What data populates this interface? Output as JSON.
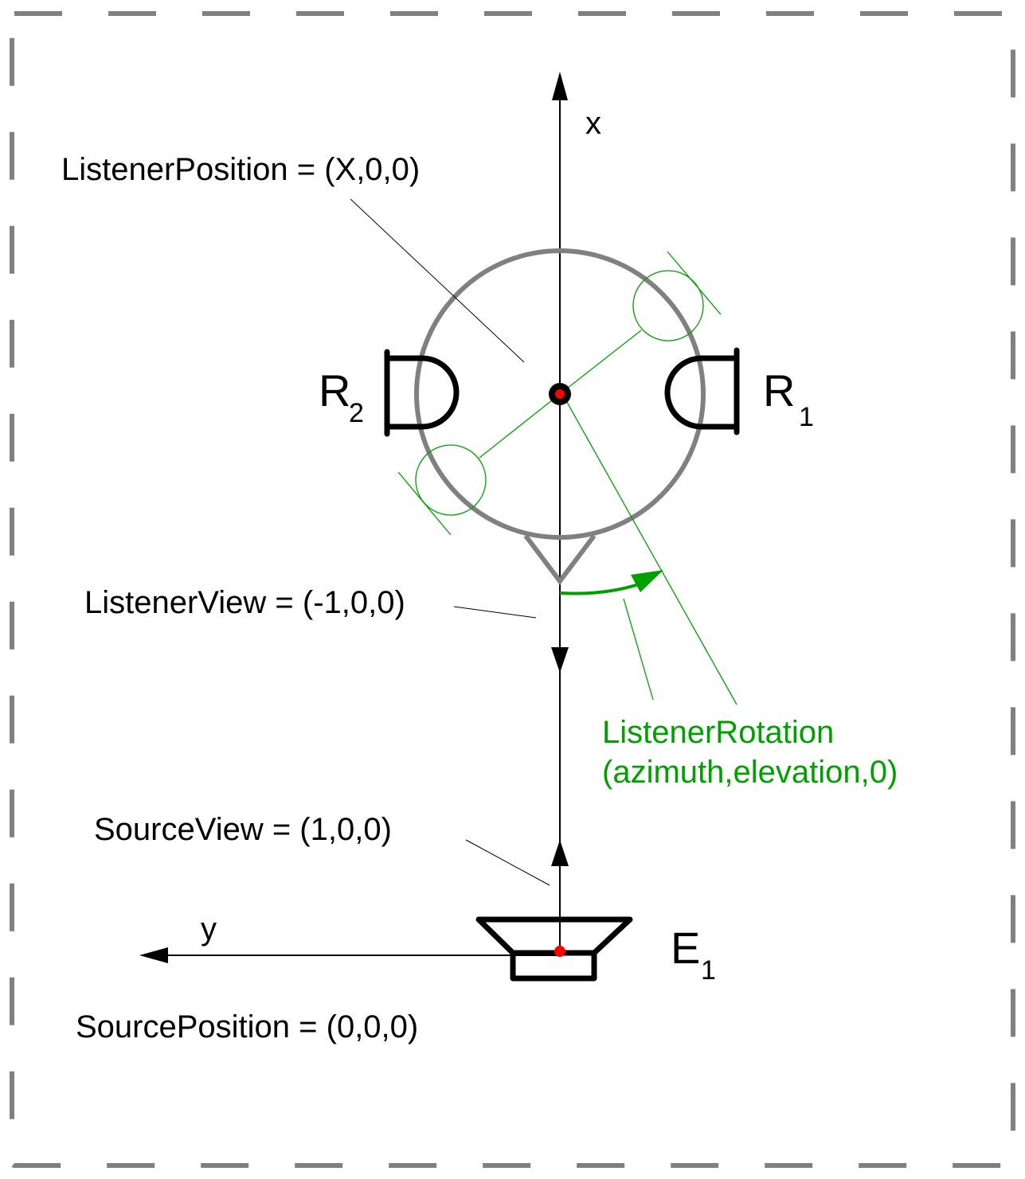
{
  "diagram": {
    "title": "Listener / Source coordinate setup",
    "colors": {
      "frame": "#808080",
      "head": "#808080",
      "axis": "#000000",
      "rotation": "#00a000",
      "point": "#ff0000"
    },
    "axes": {
      "x_label": "x",
      "y_label": "y"
    },
    "labels": {
      "listener_position": "ListenerPosition = (X,0,0)",
      "listener_view": "ListenerView = (-1,0,0)",
      "listener_rotation_line1": "ListenerRotation",
      "listener_rotation_line2": "(azimuth,elevation,0)",
      "source_view": "SourceView = (1,0,0)",
      "source_position": "SourcePosition = (0,0,0)"
    },
    "receivers": [
      {
        "name": "R",
        "sub": "2",
        "icon": "receiver-left-icon"
      },
      {
        "name": "R",
        "sub": "1",
        "icon": "receiver-right-icon"
      }
    ],
    "emitter": {
      "name": "E",
      "sub": "1",
      "icon": "loudspeaker-icon"
    }
  }
}
